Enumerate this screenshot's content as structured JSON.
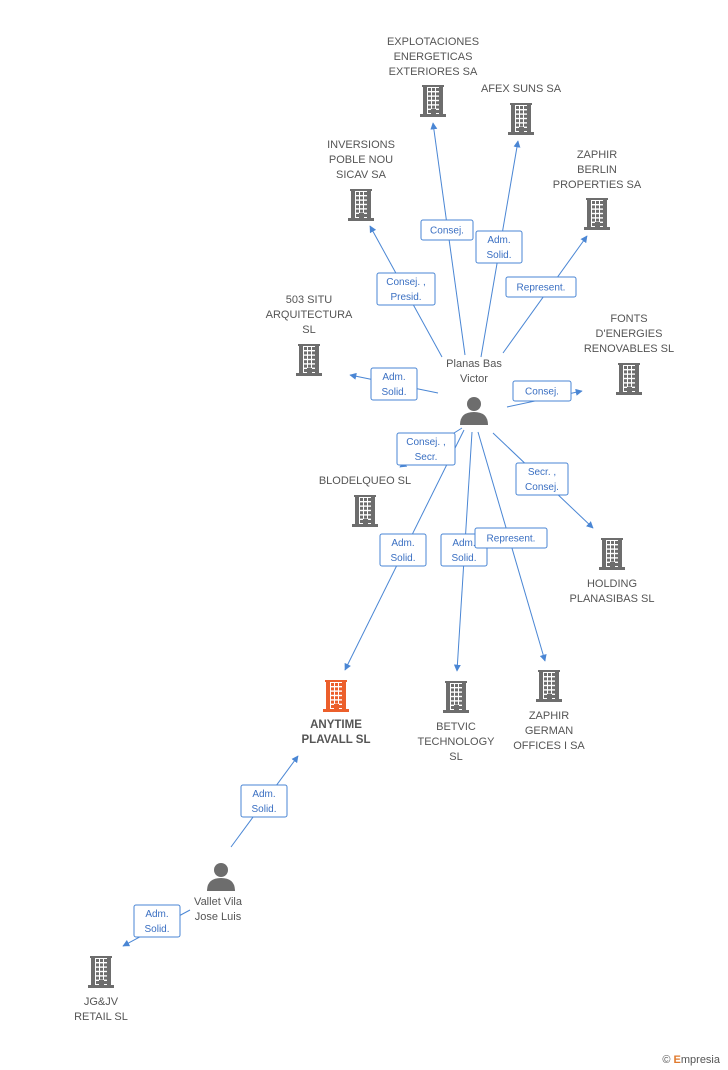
{
  "colors": {
    "company": "#6d6d6d",
    "company_main": "#ec5f2b",
    "person": "#6d6d6d",
    "edge": "#4a86d4",
    "edge_text": "#3a6fc2"
  },
  "nodes": [
    {
      "id": "explotaciones",
      "type": "company",
      "label": [
        "EXPLOTACIONES",
        "ENERGETICAS",
        "EXTERIORES SA"
      ]
    },
    {
      "id": "afex",
      "type": "company",
      "label": [
        "AFEX SUNS SA"
      ]
    },
    {
      "id": "inversions",
      "type": "company",
      "label": [
        "INVERSIONS",
        "POBLE NOU",
        "SICAV SA"
      ]
    },
    {
      "id": "zaphir_berlin",
      "type": "company",
      "label": [
        "ZAPHIR",
        "BERLIN",
        "PROPERTIES SA"
      ]
    },
    {
      "id": "situ503",
      "type": "company",
      "label": [
        "503 SITU",
        "ARQUITECTURA",
        "SL"
      ]
    },
    {
      "id": "fonts",
      "type": "company",
      "label": [
        "FONTS",
        "D'ENERGIES",
        "RENOVABLES SL"
      ]
    },
    {
      "id": "planas",
      "type": "person",
      "label": [
        "Planas Bas",
        "Victor"
      ]
    },
    {
      "id": "blodelqueo",
      "type": "company",
      "label": [
        "BLODELQUEO SL"
      ]
    },
    {
      "id": "holding",
      "type": "company",
      "label": [
        "HOLDING",
        "PLANASIBAS SL"
      ]
    },
    {
      "id": "anytime",
      "type": "company_main",
      "label": [
        "ANYTIME",
        "PLAVALL SL"
      ]
    },
    {
      "id": "betvic",
      "type": "company",
      "label": [
        "BETVIC",
        "TECHNOLOGY",
        "SL"
      ]
    },
    {
      "id": "zaphir_german",
      "type": "company",
      "label": [
        "ZAPHIR",
        "GERMAN",
        "OFFICES I SA"
      ]
    },
    {
      "id": "vallet",
      "type": "person",
      "label": [
        "Vallet Vila",
        "Jose Luis"
      ]
    },
    {
      "id": "jgjv",
      "type": "company",
      "label": [
        "JG&JV",
        "RETAIL SL"
      ]
    }
  ],
  "edges": [
    {
      "from": "planas",
      "to": "explotaciones",
      "label": [
        "Consej."
      ]
    },
    {
      "from": "planas",
      "to": "afex",
      "label": [
        "Adm.",
        "Solid."
      ]
    },
    {
      "from": "planas",
      "to": "inversions",
      "label": [
        "Consej. ,",
        "Presid."
      ]
    },
    {
      "from": "planas",
      "to": "zaphir_berlin",
      "label": [
        "Represent."
      ]
    },
    {
      "from": "planas",
      "to": "situ503",
      "label": [
        "Adm.",
        "Solid."
      ]
    },
    {
      "from": "planas",
      "to": "fonts",
      "label": [
        "Consej."
      ]
    },
    {
      "from": "planas",
      "to": "blodelqueo",
      "label": [
        "Consej. ,",
        "Secr."
      ]
    },
    {
      "from": "planas",
      "to": "holding",
      "label": [
        "Secr. ,",
        "Consej."
      ]
    },
    {
      "from": "planas",
      "to": "anytime",
      "label": [
        "Adm.",
        "Solid."
      ]
    },
    {
      "from": "planas",
      "to": "betvic",
      "label": [
        "Adm.",
        "Solid."
      ]
    },
    {
      "from": "planas",
      "to": "zaphir_german",
      "label": [
        "Represent."
      ]
    },
    {
      "from": "vallet",
      "to": "anytime",
      "label": [
        "Adm.",
        "Solid."
      ]
    },
    {
      "from": "vallet",
      "to": "jgjv",
      "label": [
        "Adm.",
        "Solid."
      ]
    }
  ],
  "footer": {
    "copyright": "©",
    "brand_initial": "E",
    "brand_rest": "mpresia"
  }
}
